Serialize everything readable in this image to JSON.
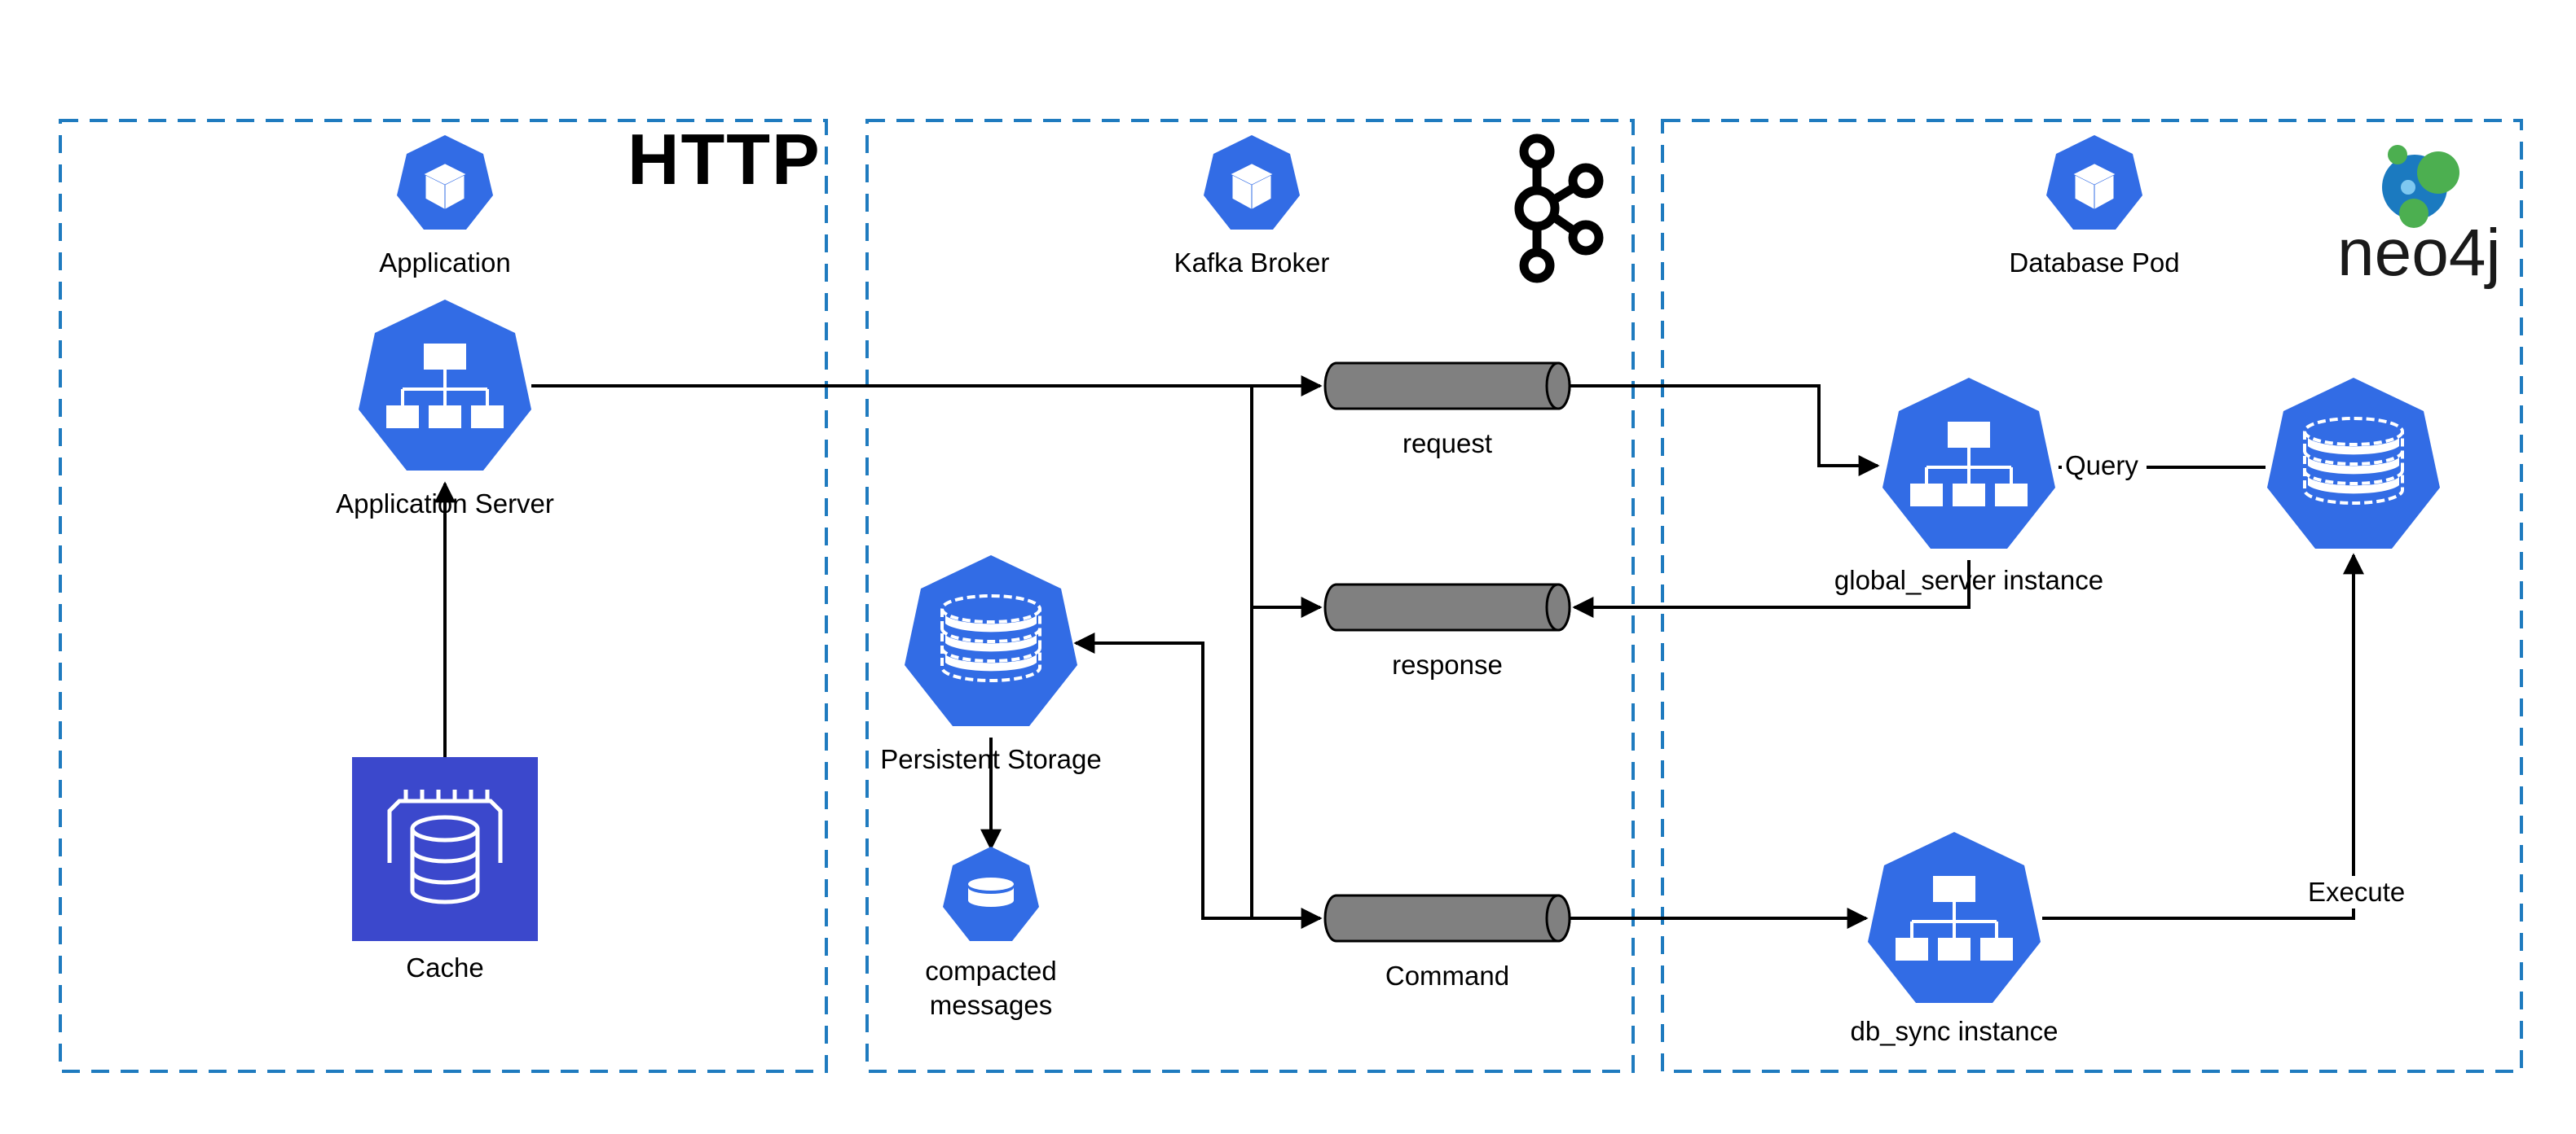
{
  "colors": {
    "k8s_blue": "#326ce5",
    "cache_purple": "#3b48cc",
    "zone_border": "#1f7bbf",
    "queue_fill": "#808080",
    "neo4j_green": "#4caf50",
    "neo4j_blue": "#1b7ac0"
  },
  "zones": {
    "http": {
      "brand": "HTTP"
    },
    "kafka": {
      "brand": "kafka-logo-icon"
    },
    "database": {
      "brand": "neo4j"
    }
  },
  "nodes": {
    "application": "Application",
    "kafka_broker": "Kafka Broker",
    "database_pod": "Database Pod",
    "application_server": "Application Server",
    "cache": "Cache",
    "persistent_storage": "Persistent Storage",
    "compacted_messages_line1": "compacted",
    "compacted_messages_line2": "messages",
    "global_server": "global_server instance",
    "db_sync": "db_sync instance"
  },
  "queues": {
    "request": "request",
    "response": "response",
    "command": "Command"
  },
  "edges": {
    "query": "Query",
    "execute": "Execute"
  }
}
